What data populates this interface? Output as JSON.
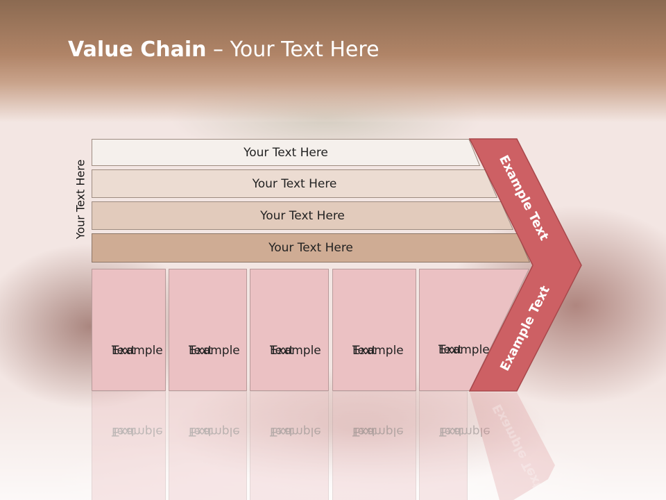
{
  "slide": {
    "title_bold": "Value Chain",
    "title_rest": " – Your Text Here",
    "side_label": "Your Text Here",
    "bars": [
      {
        "label": "Your Text Here",
        "color": "#f5f0ec"
      },
      {
        "label": "Your Text Here",
        "color": "#ecdcd2"
      },
      {
        "label": "Your Text Here",
        "color": "#e2cbbc"
      },
      {
        "label": "Your Text Here",
        "color": "#cfac94"
      }
    ],
    "cells": [
      {
        "line1": "Example",
        "line2": "Text"
      },
      {
        "line1": "Example",
        "line2": "Text"
      },
      {
        "line1": "Example",
        "line2": "Text"
      },
      {
        "line1": "Example",
        "line2": "Text"
      },
      {
        "line1": "Example",
        "line2": "Text"
      }
    ],
    "chevron_top_text": "Example Text",
    "chevron_bottom_text": "Example Text",
    "colors": {
      "chevron": "#cd6064",
      "cell": "#ebc1c3"
    }
  }
}
